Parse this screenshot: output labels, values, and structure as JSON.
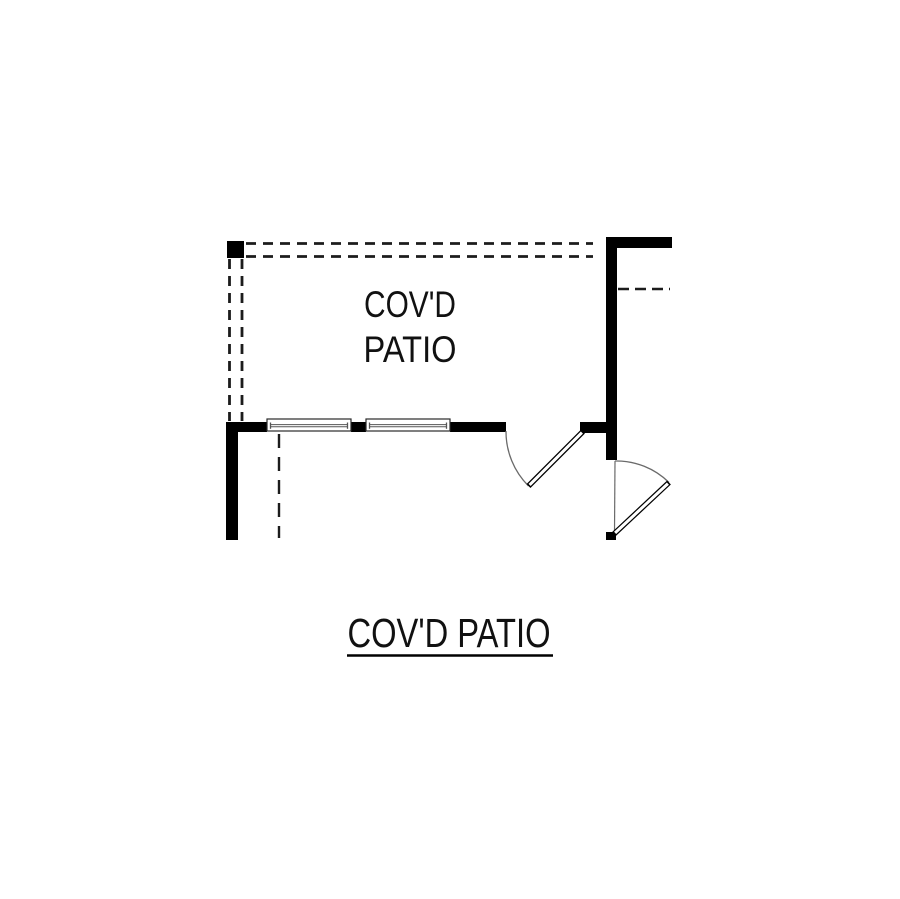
{
  "colors": {
    "background": "#ffffff",
    "wall": "#000000",
    "dashed_line": "#1c1c1c",
    "door_arc": "#6a6a6a",
    "window_frame": "#2a2a2a",
    "window_glass_line": "#555555",
    "text": "#111111"
  },
  "plan": {
    "room_label_line1": "COV'D",
    "room_label_line2": "PATIO",
    "title": "COV'D PATIO"
  }
}
